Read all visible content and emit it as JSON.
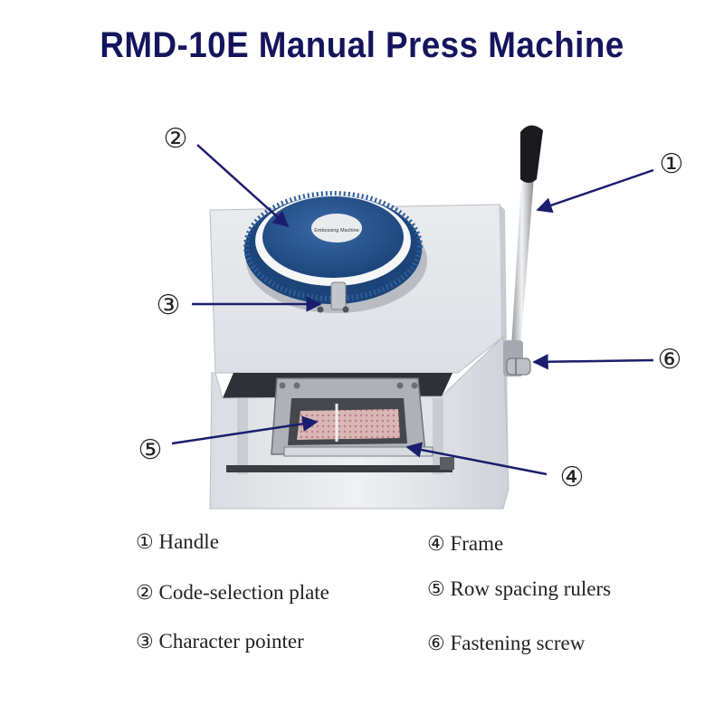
{
  "title": "RMD-10E Manual Press Machine",
  "colors": {
    "title": "#15155e",
    "arrow": "#1b1d6e",
    "machine_body": "#e3e6ea",
    "dial": "#1f4f8a"
  },
  "callouts": [
    {
      "num": "①"
    },
    {
      "num": "②"
    },
    {
      "num": "③"
    },
    {
      "num": "④"
    },
    {
      "num": "⑤"
    },
    {
      "num": "⑥"
    }
  ],
  "dial_label": "Embossing Machine",
  "legend": [
    {
      "num": "①",
      "text": "Handle"
    },
    {
      "num": "②",
      "text": "Code-selection plate"
    },
    {
      "num": "③",
      "text": "Character pointer"
    },
    {
      "num": "④",
      "text": "Frame"
    },
    {
      "num": "⑤",
      "text": "Row spacing rulers"
    },
    {
      "num": "⑥",
      "text": "Fastening screw"
    }
  ]
}
